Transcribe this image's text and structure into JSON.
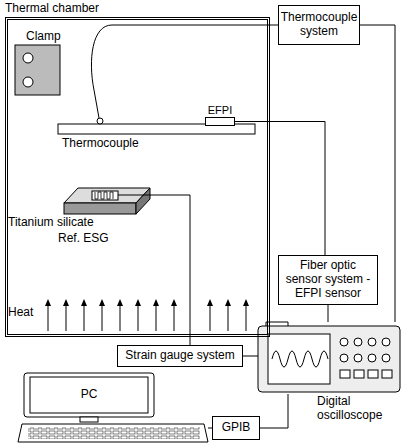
{
  "diagram": {
    "nodes": [
      {
        "text": [
          "Thermal chamber"
        ]
      },
      {
        "text": [
          "EFPI"
        ],
        "in": 0
      },
      {
        "text": [
          "Thermocouple system"
        ]
      },
      {
        "text": [
          "Fiber optic sensor system - EFPI sensor"
        ]
      },
      {
        "text": [
          "Strain gauge system"
        ]
      },
      {
        "text": [
          "Digital oscilloscope"
        ]
      },
      {
        "text": [
          "PC"
        ]
      },
      {
        "text": [
          "GPIB"
        ]
      }
    ],
    "edges": [
      {
        "from": 1,
        "to": 3,
        "arrow": "none"
      },
      {
        "from": 2,
        "to": 5,
        "arrow": "none"
      },
      {
        "from": 3,
        "to": 5,
        "arrow": "none"
      },
      {
        "from": 4,
        "to": 5,
        "arrow": "none"
      },
      {
        "from": 5,
        "to": 7,
        "arrow": "none"
      },
      {
        "from": 7,
        "to": 6,
        "arrow": "none"
      }
    ],
    "labels": [
      "Clamp",
      "Thermocouple",
      "Titanium silicate",
      "Ref. ESG",
      "Heat"
    ]
  }
}
